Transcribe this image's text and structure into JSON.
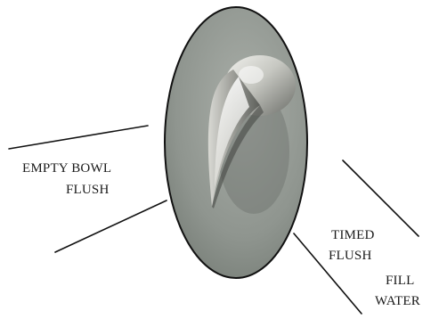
{
  "labels": {
    "empty_bowl_flush_line1": "EMPTY BOWL",
    "empty_bowl_flush_line2": "FLUSH",
    "timed_flush_line1": "TIMED",
    "timed_flush_line2": "FLUSH",
    "fill_water_line1": "FILL",
    "fill_water_line2": "WATER"
  },
  "colors": {
    "background": "#ffffff",
    "lines": "#111111",
    "text": "#1a1a1a",
    "photo_background": "#8e948f",
    "handle_metal": "#c8c8c2"
  },
  "icons": {
    "photo": "flush-handle-photo"
  }
}
